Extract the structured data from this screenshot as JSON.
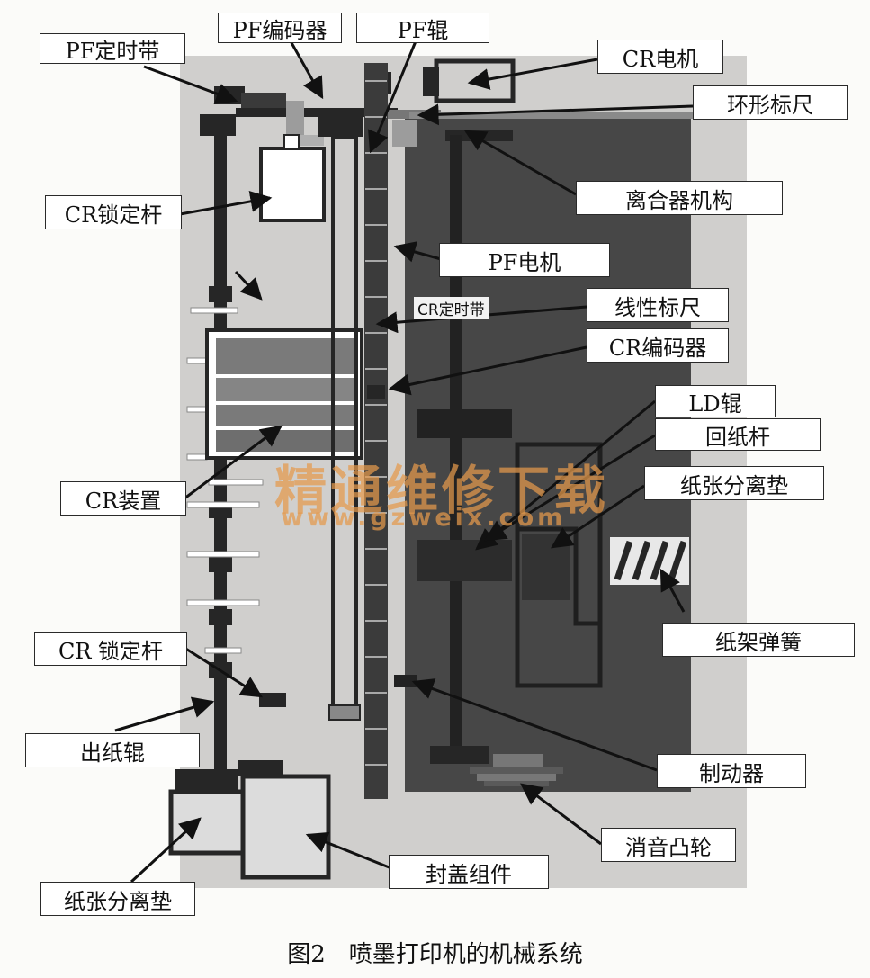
{
  "labels": {
    "pf_timing_belt": "PF定时带",
    "pf_encoder": "PF编码器",
    "pf_roller": "PF辊",
    "cr_motor": "CR电机",
    "ring_scale": "环形标尺",
    "clutch_mechanism": "离合器机构",
    "cr_lock_lever_top": "CR锁定杆",
    "pf_motor": "PF电机",
    "cr_timing_belt": "CR定时带",
    "linear_scale": "线性标尺",
    "cr_encoder": "CR编码器",
    "ld_roller": "LD辊",
    "return_lever": "回纸杆",
    "cr_unit": "CR装置",
    "separation_pad_right": "纸张分离垫",
    "paper_holder_spring": "纸架弹簧",
    "cr_lock_lever_bottom": "CR 锁定杆",
    "exit_roller": "出纸辊",
    "brake": "制动器",
    "silencer_cam": "消音凸轮",
    "cap_assembly": "封盖组件",
    "separation_pad_left": "纸张分离垫"
  },
  "caption": "图2　喷墨打印机的机械系统",
  "watermark": {
    "line1": "精通维修下载",
    "line2": "www.gzweix.com"
  },
  "colors": {
    "background": "#fbfbf9",
    "frame": "#d0cfcd",
    "dark_panel": "#474747",
    "mechanism": "#262626",
    "watermark": "#e59a4c"
  }
}
